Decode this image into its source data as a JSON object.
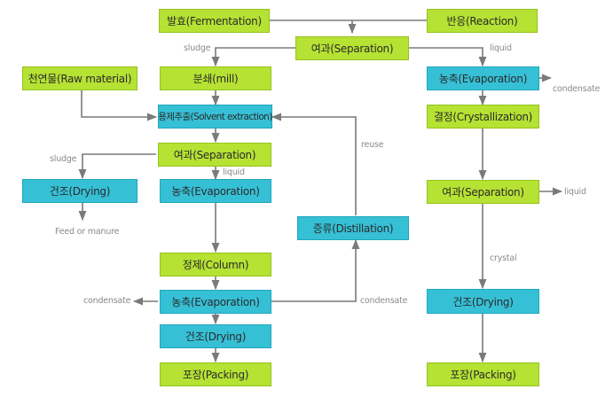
{
  "colors": {
    "process_green": "#b5e233",
    "process_cyan": "#36c0d6",
    "arrow": "#7a7a7a",
    "label_text": "#8a8a8a"
  },
  "nodes": {
    "fermentation": "발효(Fermentation)",
    "reaction": "반응(Reaction)",
    "separation_top": "여과(Separation)",
    "raw_material": "천연물(Raw material)",
    "mill": "분쇄(mill)",
    "solvent_extraction": "용제추출(Solvent extraction)",
    "separation_left": "여과(Separation)",
    "drying_left": "건조(Drying)",
    "evaporation_left": "농축(Evaporation)",
    "column": "정제(Column)",
    "evaporation_left2": "농축(Evaporation)",
    "drying_mid": "건조(Drying)",
    "packing_left": "포장(Packing)",
    "distillation": "증류(Distillation)",
    "evaporation_right": "농축(Evaporation)",
    "crystallization": "결정(Crystallization)",
    "separation_right": "여과(Separation)",
    "drying_right": "건조(Drying)",
    "packing_right": "포장(Packing)"
  },
  "labels": {
    "sludge_top": "sludge",
    "liquid_top": "liquid",
    "condensate_right": "condensate",
    "sludge_left": "sludge",
    "liquid_left": "liquid",
    "reuse": "reuse",
    "feed_or_manure": "Feed or manure",
    "liquid_right": "liquid",
    "crystal": "crystal",
    "condensate_left": "condensate",
    "condensate_mid": "condensate"
  }
}
